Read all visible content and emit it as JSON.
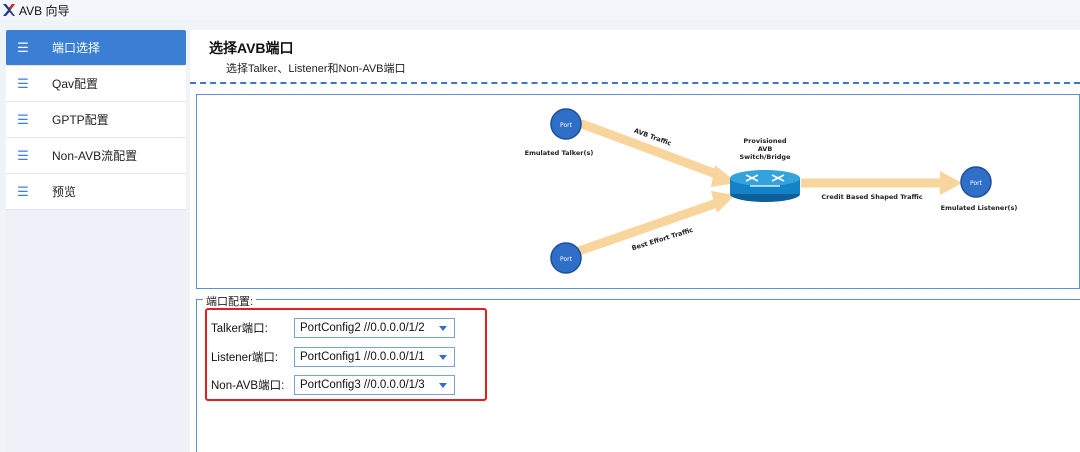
{
  "window": {
    "title": "AVB 向导"
  },
  "sidebar": {
    "items": [
      {
        "label": "端口选择",
        "active": true
      },
      {
        "label": "Qav配置",
        "active": false
      },
      {
        "label": "GPTP配置",
        "active": false
      },
      {
        "label": "Non-AVB流配置",
        "active": false
      },
      {
        "label": "预览",
        "active": false
      }
    ]
  },
  "main": {
    "title": "选择AVB端口",
    "subtitle": "选择Talker、Listener和Non-AVB端口"
  },
  "diagram": {
    "node_label": "Port",
    "talker_caption": "Emulated Talker(s)",
    "listener_caption": "Emulated Listener(s)",
    "switch_caption_1": "Provisioned",
    "switch_caption_2": "AVB",
    "switch_caption_3": "Switch/Bridge",
    "avb_traffic": "AVB Traffic",
    "best_effort_traffic": "Best Effort Traffic",
    "credit_based_traffic": "Credit Based Shaped Traffic"
  },
  "port_config": {
    "legend": "端口配置:",
    "rows": [
      {
        "label": "Talker端口:",
        "value": "PortConfig2 //0.0.0.0/1/2"
      },
      {
        "label": "Listener端口:",
        "value": "PortConfig1 //0.0.0.0/1/1"
      },
      {
        "label": "Non-AVB端口:",
        "value": "PortConfig3 //0.0.0.0/1/3"
      }
    ]
  },
  "colors": {
    "accent": "#3b7fd4",
    "highlight": "#e02020",
    "traffic_arrow": "#f8d59c",
    "node_fill": "#2f6fc8"
  }
}
